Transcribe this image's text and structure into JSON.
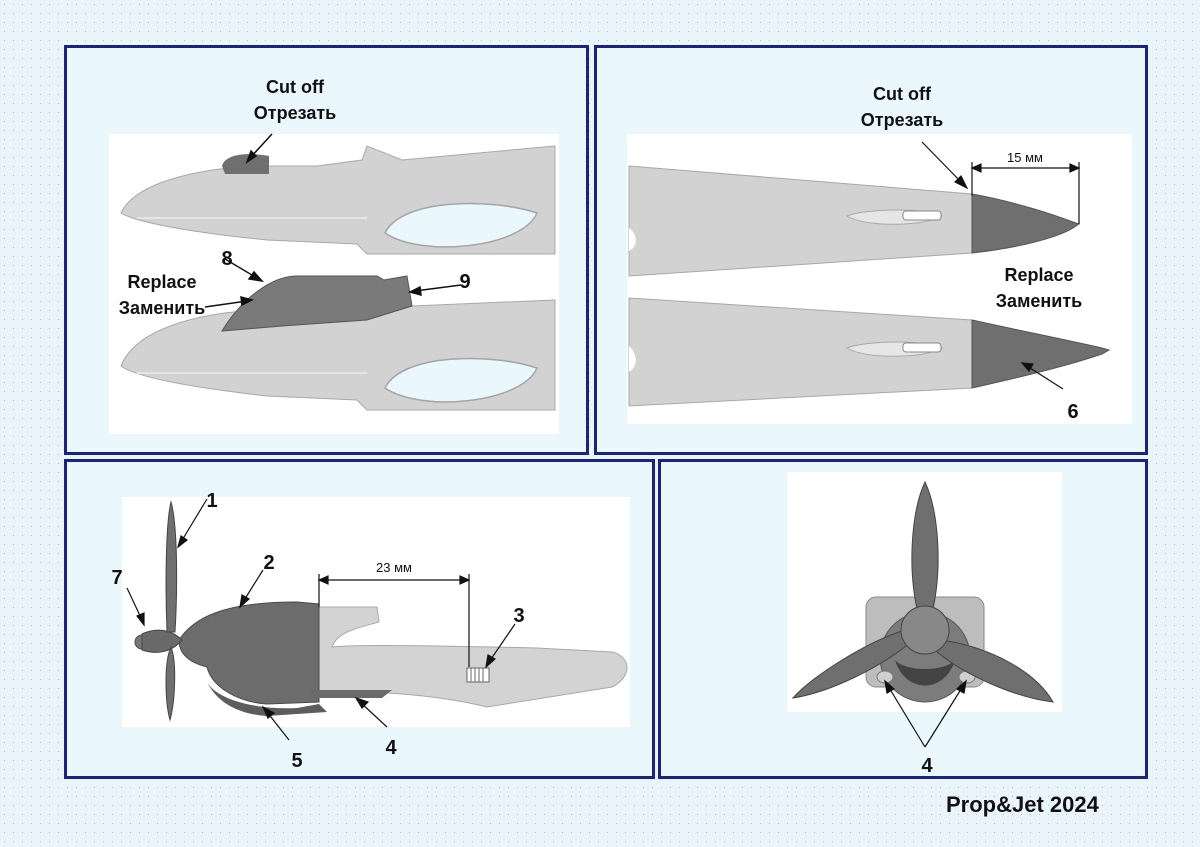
{
  "panel1": {
    "cut_off_en": "Cut off",
    "cut_off_ru": "Отрезать",
    "replace_en": "Replace",
    "replace_ru": "Заменить",
    "part8": "8",
    "part9": "9"
  },
  "panel2": {
    "cut_off_en": "Cut off",
    "cut_off_ru": "Отрезать",
    "dimension": "15 мм",
    "replace_en": "Replace",
    "replace_ru": "Заменить",
    "part6": "6"
  },
  "panel3": {
    "part1": "1",
    "part2": "2",
    "part3": "3",
    "part4": "4",
    "part5": "5",
    "part7": "7",
    "dimension": "23 мм"
  },
  "panel4": {
    "part4": "4"
  },
  "footer": {
    "credit": "Prop&Jet 2024"
  },
  "colors": {
    "frame": "#1a237e",
    "model_light": "#d4d4d4",
    "model_dark": "#7d7d7d",
    "text": "#111111"
  }
}
